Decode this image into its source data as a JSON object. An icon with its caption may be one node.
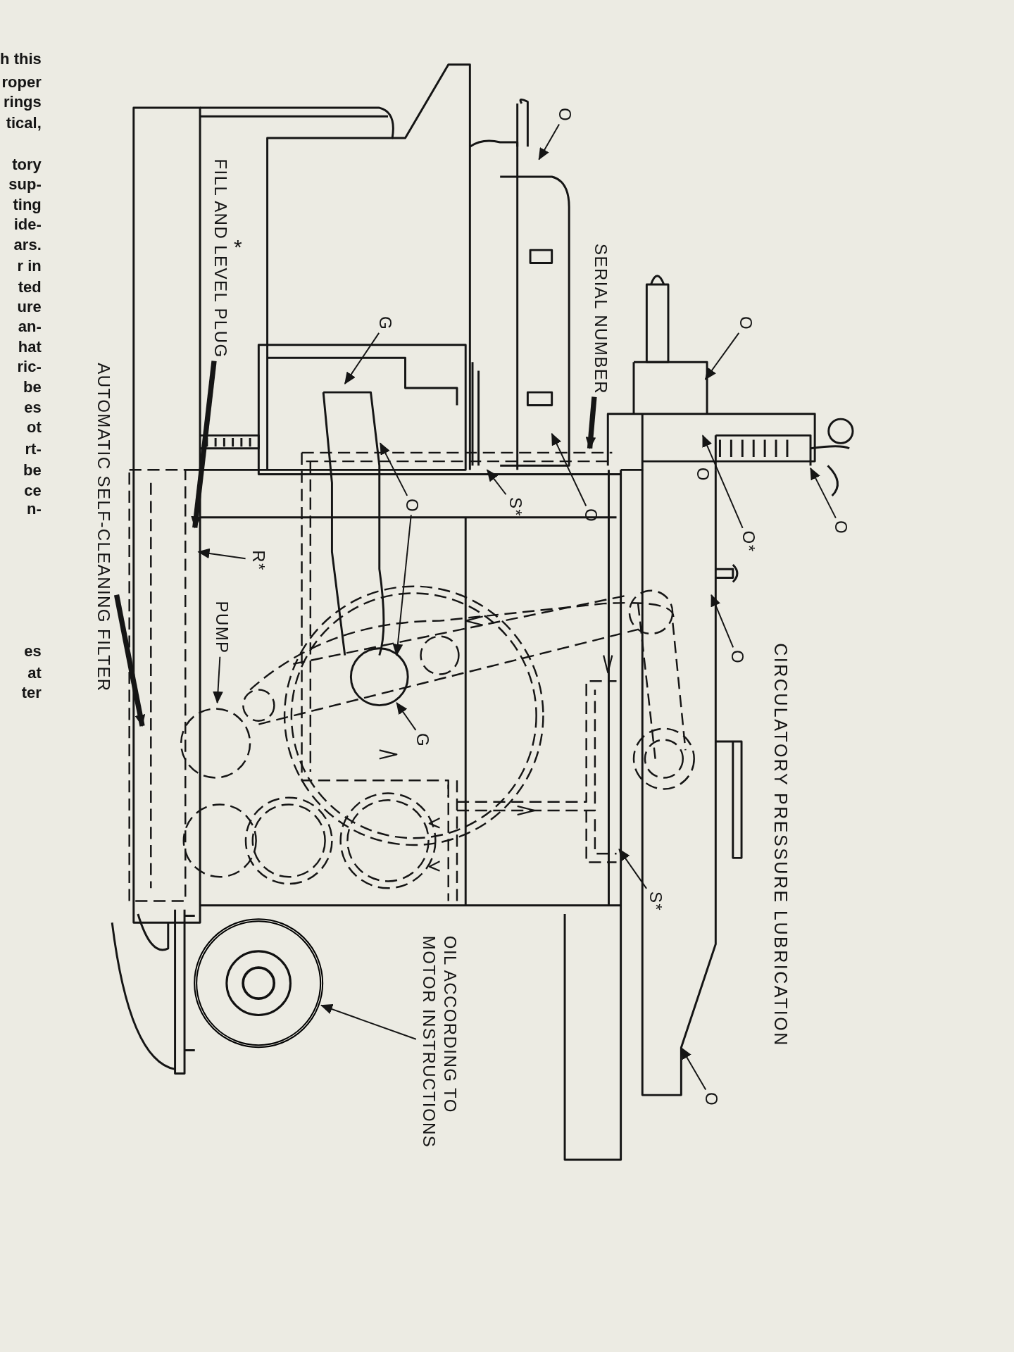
{
  "diagram": {
    "title": "CIRCULATORY PRESSURE LUBRICATION",
    "nodes": [
      {
        "text": [
          "O"
        ]
      },
      {
        "text": [
          "O"
        ]
      },
      {
        "text": [
          "O"
        ]
      },
      {
        "text": [
          "O*"
        ]
      },
      {
        "text": [
          "O"
        ]
      },
      {
        "text": [
          "O"
        ]
      },
      {
        "text": [
          "SERIAL NUMBER"
        ]
      },
      {
        "text": [
          "O"
        ]
      },
      {
        "text": [
          "S*"
        ]
      },
      {
        "text": [
          "O"
        ]
      },
      {
        "text": [
          "G"
        ]
      },
      {
        "text": [
          "G"
        ]
      },
      {
        "text": [
          "R*"
        ]
      },
      {
        "text": [
          "PUMP"
        ]
      },
      {
        "text": [
          "FILL AND LEVEL PLUG"
        ],
        "beside": [
          "*"
        ]
      },
      {
        "text": [
          "AUTOMATIC SELF-CLEANING FILTER"
        ]
      },
      {
        "text": [
          "S*"
        ]
      },
      {
        "text": [
          "OIL ACCORDING TO MOTOR INSTRUCTIONS"
        ]
      },
      {
        "text": [],
        "shape": "circle"
      }
    ],
    "edges": [
      {
        "from": 0,
        "to": null,
        "arrow": "to"
      },
      {
        "from": 1,
        "to": null,
        "arrow": "to"
      },
      {
        "from": 2,
        "to": null,
        "arrow": "to"
      },
      {
        "from": 3,
        "to": null,
        "arrow": "to"
      },
      {
        "from": 4,
        "to": null,
        "arrow": "to"
      },
      {
        "from": 5,
        "to": null,
        "arrow": "to"
      },
      {
        "from": 6,
        "to": null,
        "arrow": "to",
        "style": "thick"
      },
      {
        "from": 7,
        "to": null,
        "arrow": "to"
      },
      {
        "from": 8,
        "to": null,
        "arrow": "to"
      },
      {
        "from": 9,
        "to": null,
        "arrow": "to"
      },
      {
        "from": 9,
        "to": null,
        "arrow": "to"
      },
      {
        "from": 10,
        "to": null,
        "arrow": "to"
      },
      {
        "from": 11,
        "to": null,
        "arrow": "to"
      },
      {
        "from": 12,
        "to": null,
        "arrow": "to"
      },
      {
        "from": 13,
        "to": null,
        "arrow": "to"
      },
      {
        "from": 14,
        "to": null,
        "arrow": "to",
        "style": "thick"
      },
      {
        "from": 15,
        "to": null,
        "arrow": "to",
        "style": "thick"
      },
      {
        "from": 16,
        "to": null,
        "arrow": "to"
      },
      {
        "from": 17,
        "to": 18,
        "arrow": "to"
      }
    ],
    "labels": [
      "O",
      "h this",
      "roper",
      "rings",
      "tical,",
      "tory",
      "sup-",
      "ting",
      "ide-",
      "ars.",
      "r in",
      "ted",
      "ure",
      "an-",
      "hat",
      "ric-",
      "be",
      "es",
      "ot",
      "rt-",
      "be",
      "ce",
      "n-",
      "es",
      "at",
      "ter"
    ]
  }
}
